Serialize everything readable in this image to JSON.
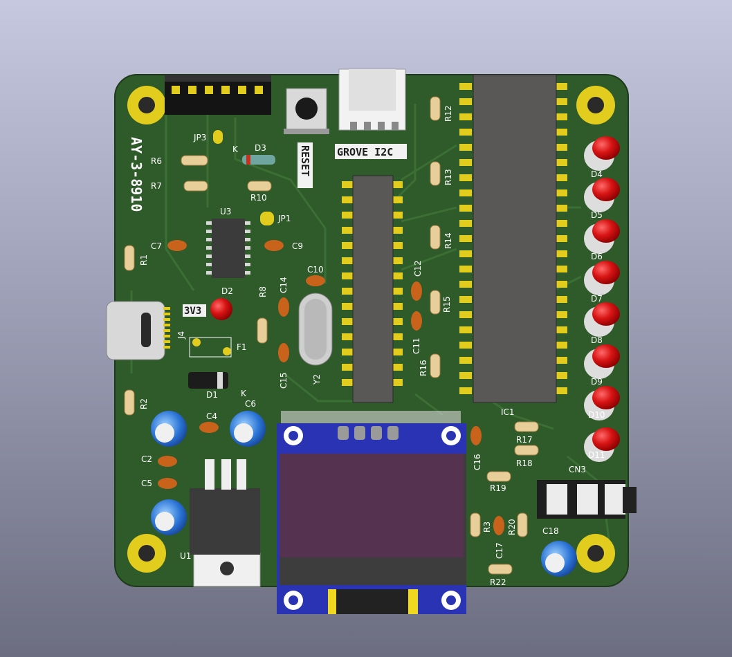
{
  "board": {
    "chip_label": "AY-3-8910",
    "grove_label": "GROVE I2C",
    "reset_label": "RESET",
    "power_label": "3V3",
    "ic1_label": "IC1"
  },
  "refs": {
    "JP3": "JP3",
    "JP1": "JP1",
    "D3": "D3",
    "K_d3": "K",
    "R6": "R6",
    "R7": "R7",
    "R10": "R10",
    "U3": "U3",
    "C7": "C7",
    "C9": "C9",
    "R1": "R1",
    "C10": "C10",
    "C14": "C14",
    "C12": "C12",
    "D2": "D2",
    "R8": "R8",
    "J4": "J4",
    "F1": "F1",
    "C11": "C11",
    "R15": "R15",
    "R16": "R16",
    "C15": "C15",
    "Y2": "Y2",
    "D1": "D1",
    "K_d1": "K",
    "R2": "R2",
    "C6": "C6",
    "C4": "C4",
    "C2": "C2",
    "C5": "C5",
    "U1": "U1",
    "R12": "R12",
    "R13": "R13",
    "R14": "R14",
    "D4": "D4",
    "D5": "D5",
    "D6": "D6",
    "D7": "D7",
    "D8": "D8",
    "D9": "D9",
    "D10": "D10",
    "D11": "D11",
    "R17": "R17",
    "R18": "R18",
    "R19": "R19",
    "C16": "C16",
    "CN3": "CN3",
    "R3": "R3",
    "R20": "R20",
    "C17": "C17",
    "C18": "C18",
    "R22": "R22"
  },
  "colors": {
    "pcb": "#2f5a2a",
    "pad": "#e2cc1e",
    "led": "#d51515",
    "oled_board": "#2b33b5",
    "oled_screen": "#55324f"
  }
}
